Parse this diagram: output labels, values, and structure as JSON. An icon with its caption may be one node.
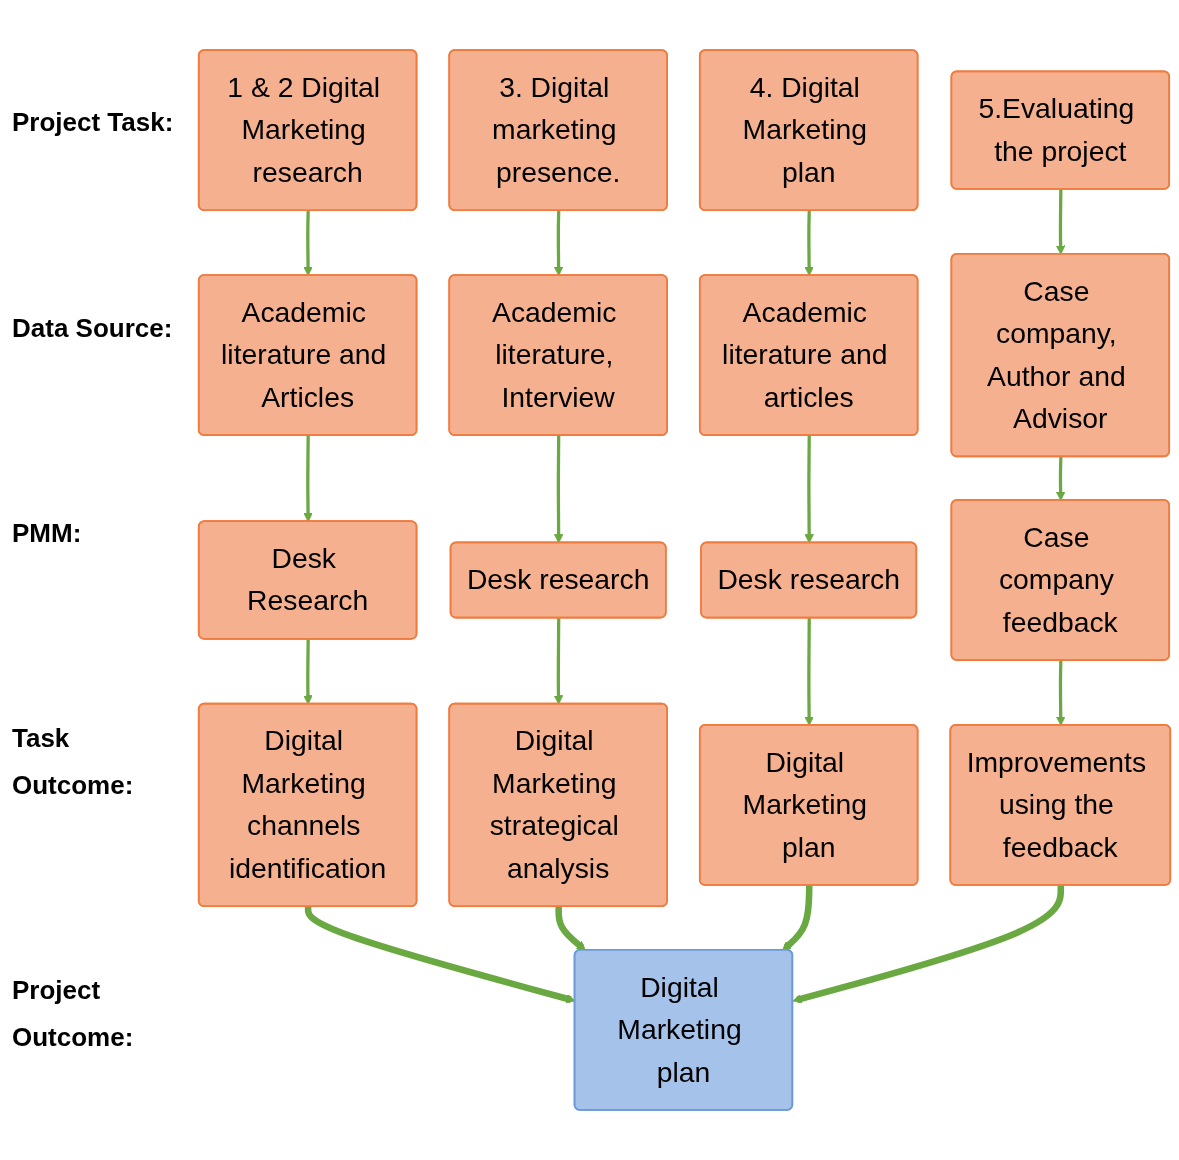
{
  "diagram": {
    "nodes": [
      {
        "text": [
          "1 & 2 Digital Marketing research"
        ]
      },
      {
        "text": [
          "3. Digital marketing presence."
        ]
      },
      {
        "text": [
          "4. Digital Marketing plan"
        ]
      },
      {
        "text": [
          "5.Evaluating the project"
        ]
      },
      {
        "text": [
          "Academic literature and Articles"
        ]
      },
      {
        "text": [
          "Academic literature, Interview"
        ]
      },
      {
        "text": [
          "Academic literature and articles"
        ]
      },
      {
        "text": [
          "Case company, Author and Advisor"
        ]
      },
      {
        "text": [
          "Desk Research"
        ]
      },
      {
        "text": [
          "Desk research"
        ]
      },
      {
        "text": [
          "Desk research"
        ]
      },
      {
        "text": [
          "Case company feedback"
        ]
      },
      {
        "text": [
          "Digital Marketing channels identification"
        ]
      },
      {
        "text": [
          "Digital Marketing strategical analysis"
        ]
      },
      {
        "text": [
          "Digital Marketing plan"
        ]
      },
      {
        "text": [
          "Improvements using the feedback"
        ]
      },
      {
        "text": [
          "Digital Marketing plan"
        ]
      }
    ],
    "edges": [
      {
        "from": 0,
        "to": 4,
        "arrow": "to"
      },
      {
        "from": 1,
        "to": 5,
        "arrow": "to"
      },
      {
        "from": 2,
        "to": 6,
        "arrow": "to"
      },
      {
        "from": 3,
        "to": 7,
        "arrow": "to"
      },
      {
        "from": 4,
        "to": 8,
        "arrow": "to"
      },
      {
        "from": 5,
        "to": 9,
        "arrow": "to"
      },
      {
        "from": 6,
        "to": 10,
        "arrow": "to"
      },
      {
        "from": 7,
        "to": 11,
        "arrow": "to"
      },
      {
        "from": 8,
        "to": 12,
        "arrow": "to"
      },
      {
        "from": 9,
        "to": 13,
        "arrow": "to"
      },
      {
        "from": 10,
        "to": 14,
        "arrow": "to"
      },
      {
        "from": 11,
        "to": 15,
        "arrow": "to"
      },
      {
        "from": 12,
        "to": 16,
        "arrow": "to",
        "style": "thick"
      },
      {
        "from": 13,
        "to": 16,
        "arrow": "to",
        "style": "thick"
      },
      {
        "from": 14,
        "to": 16,
        "arrow": "to",
        "style": "thick"
      },
      {
        "from": 15,
        "to": 16,
        "arrow": "to",
        "style": "thick"
      }
    ],
    "labels": [
      "Project Task:",
      "Data Source:",
      "PMM:",
      "Task Outcome:",
      "Project Outcome:"
    ]
  }
}
